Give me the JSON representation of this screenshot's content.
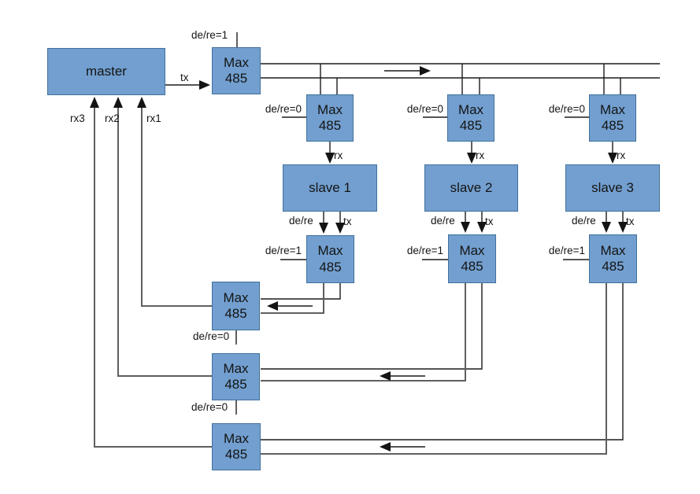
{
  "colors": {
    "box-fill": "#729fcf",
    "box-border": "#41719c",
    "wire": "#1c1c1c",
    "wire-gray": "#5f5f5f",
    "ink": "#141414"
  },
  "diagram": {
    "master": "master",
    "max485": {
      "line1": "Max",
      "line2": "485"
    },
    "slaves": [
      "slave 1",
      "slave 2",
      "slave 3"
    ],
    "signals": {
      "tx": "tx",
      "rx": "rx",
      "de_re": "de/re",
      "de_re_0": "de/re=0",
      "de_re_1": "de/re=1",
      "rx1": "rx1",
      "rx2": "rx2",
      "rx3": "rx3"
    }
  }
}
